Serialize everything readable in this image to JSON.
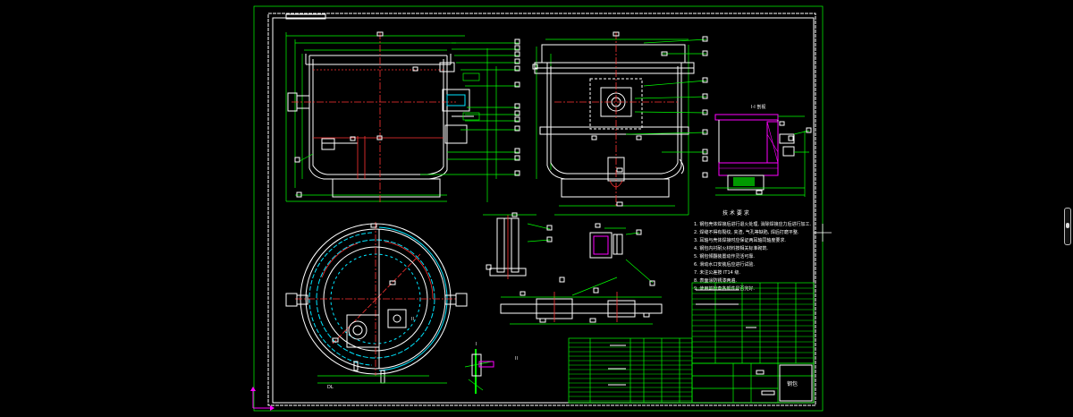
{
  "colors": {
    "background": "#000000",
    "frame": "#ffffff",
    "dimension": "#00ff00",
    "centerline": "#ff3333",
    "hidden": "#00e5ff",
    "section": "#ff00ff",
    "text": "#ffffff"
  },
  "labels": {
    "section_view": "I-I 剖视",
    "detail_a": "I",
    "detail_b": "II",
    "mark_dl": "DL",
    "mark_ij": "II",
    "notes_title": "技 术 要 求",
    "title_name": "钢包"
  },
  "notes": [
    "1. 钢包壳体焊接后进行退火处理, 消除焊接应力后进行加工.",
    "2. 焊缝不得有裂纹, 夹渣, 气孔等缺陷, 焊后打磨平整.",
    "3. 耳轴与壳体焊接时应保证两耳轴同轴度要求.",
    "4. 钢包内衬耐火材料按相关标准砌筑.",
    "5. 钢包倾翻装置动作灵活可靠.",
    "6. 滑动水口安装后应进行试验.",
    "7. 未注公差按 IT14 级.",
    "8. 表面涂防锈漆两遍.",
    "9. 使用前检查各部件是否完好."
  ]
}
